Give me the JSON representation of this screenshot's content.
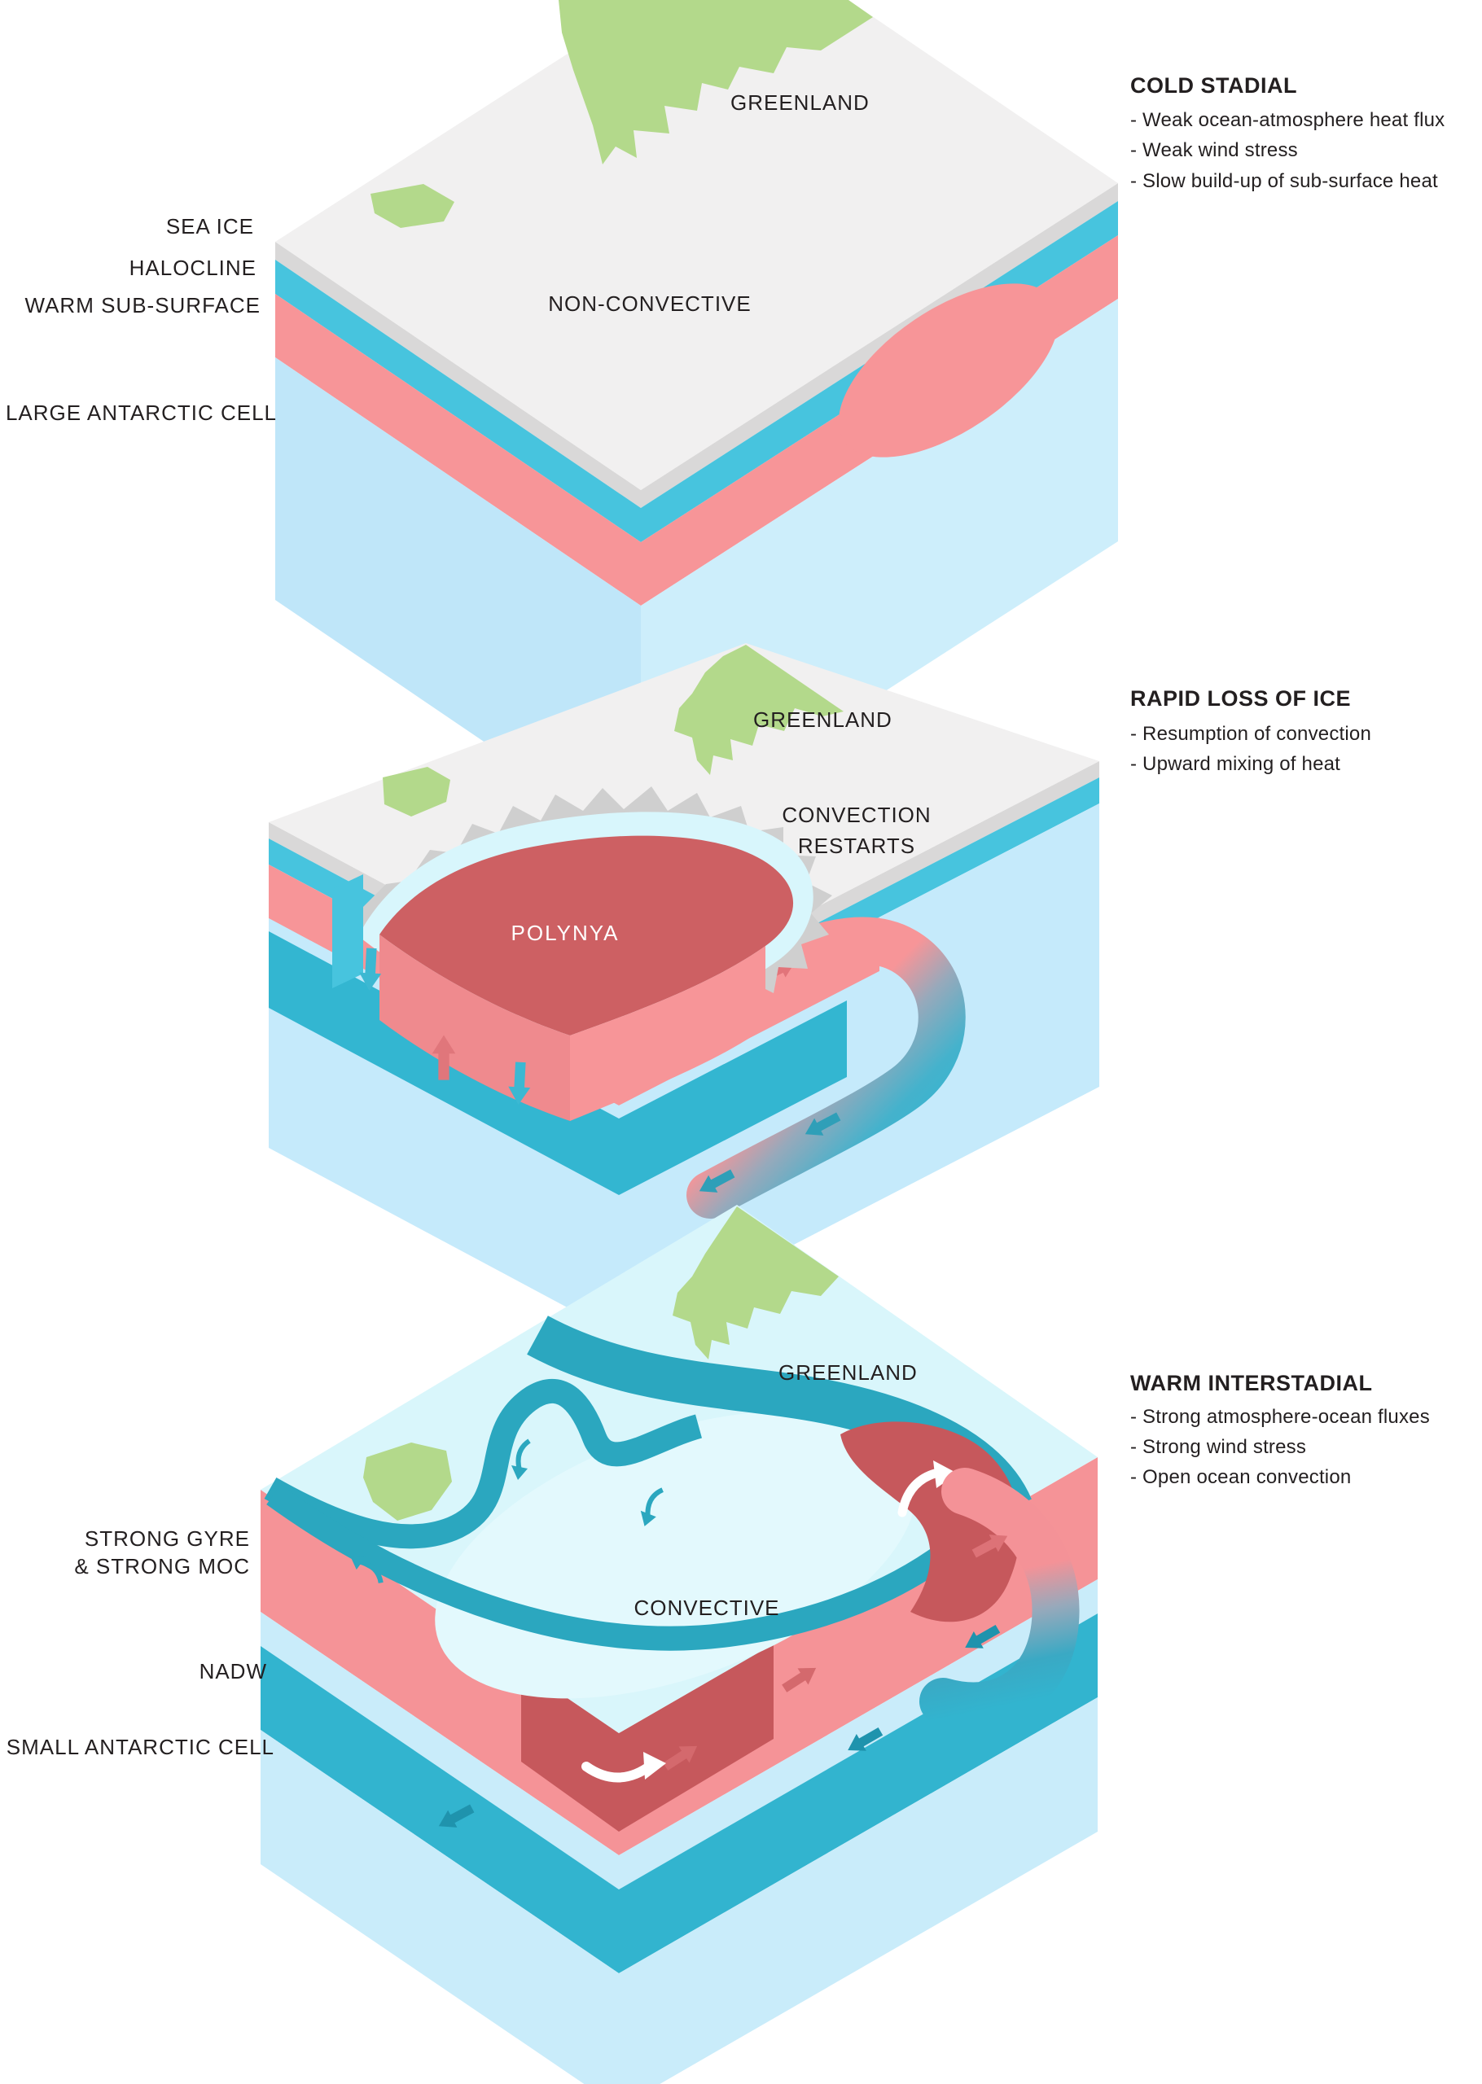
{
  "panel1": {
    "heading": "COLD STADIAL",
    "bullets": [
      "- Weak ocean-atmosphere heat flux",
      "- Weak wind stress",
      "- Slow build-up of sub-surface heat"
    ],
    "land_label": "GREENLAND",
    "surface_label": "NON-CONVECTIVE",
    "side_labels": [
      "SEA ICE",
      "HALOCLINE",
      "WARM SUB-SURFACE",
      "LARGE ANTARCTIC CELL"
    ]
  },
  "panel2": {
    "heading": "RAPID LOSS OF ICE",
    "bullets": [
      "- Resumption of convection",
      "- Upward mixing of heat"
    ],
    "land_label": "GREENLAND",
    "surface_label_line1": "CONVECTION",
    "surface_label_line2": "RESTARTS",
    "polynya_label": "POLYNYA"
  },
  "panel3": {
    "heading": "WARM INTERSTADIAL",
    "bullets": [
      "- Strong atmosphere-ocean fluxes",
      "- Strong wind stress",
      "- Open ocean convection"
    ],
    "land_label": "GREENLAND",
    "surface_label": "CONVECTIVE",
    "side_labels": [
      "STRONG GYRE",
      "& STRONG MOC",
      "NADW",
      "SMALL ANTARCTIC CELL"
    ]
  },
  "colors": {
    "background": "#ffffff",
    "sea_ice": "#f1f0f0",
    "ice_rim": "#d9d8d8",
    "land": "#b3d98b",
    "halocline": "#47c4de",
    "warm_subsurface": "#f79598",
    "deep_current": "#33b6d1",
    "basin_water": "#c5eafb",
    "open_ocean_surface": "#d9f6fb",
    "polynya": "#cd6063",
    "convective_blob": "#c6585c",
    "icy_halo": "#d8f6fc",
    "cold_return": "#97a9bb",
    "text": "#231f20"
  }
}
